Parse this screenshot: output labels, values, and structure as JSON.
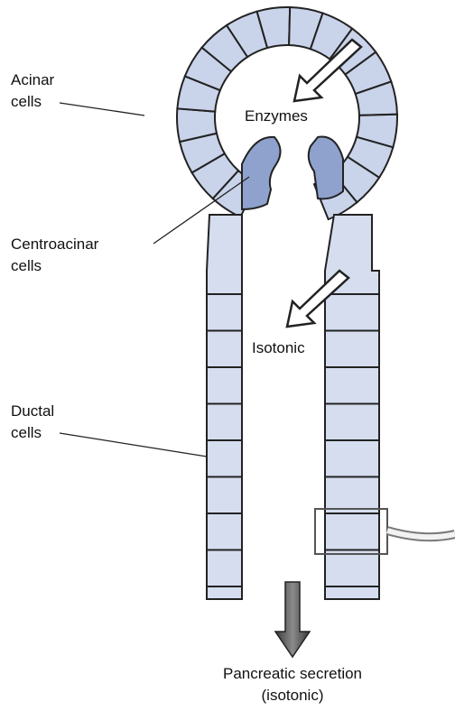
{
  "labels": {
    "acinar_line1": "Acinar",
    "acinar_line2": "cells",
    "centroacinar_line1": "Centroacinar",
    "centroacinar_line2": "cells",
    "ductal_line1": "Ductal",
    "ductal_line2": "cells",
    "enzymes": "Enzymes",
    "isotonic": "Isotonic",
    "secretion_line1": "Pancreatic secretion",
    "secretion_line2": "(isotonic)"
  },
  "colors": {
    "cell_fill": "#c9d3ea",
    "duct_fill": "#d5ddef",
    "centroacinar_fill": "#8fa2cd",
    "outline": "#222222",
    "arrow_fill": "#ffffff",
    "flow_arrow_fill": "#555555"
  },
  "icons": {
    "enzyme_flow": "arrow-icon",
    "isotonic_flow": "arrow-icon",
    "secretion_flow": "down-arrow-icon"
  }
}
